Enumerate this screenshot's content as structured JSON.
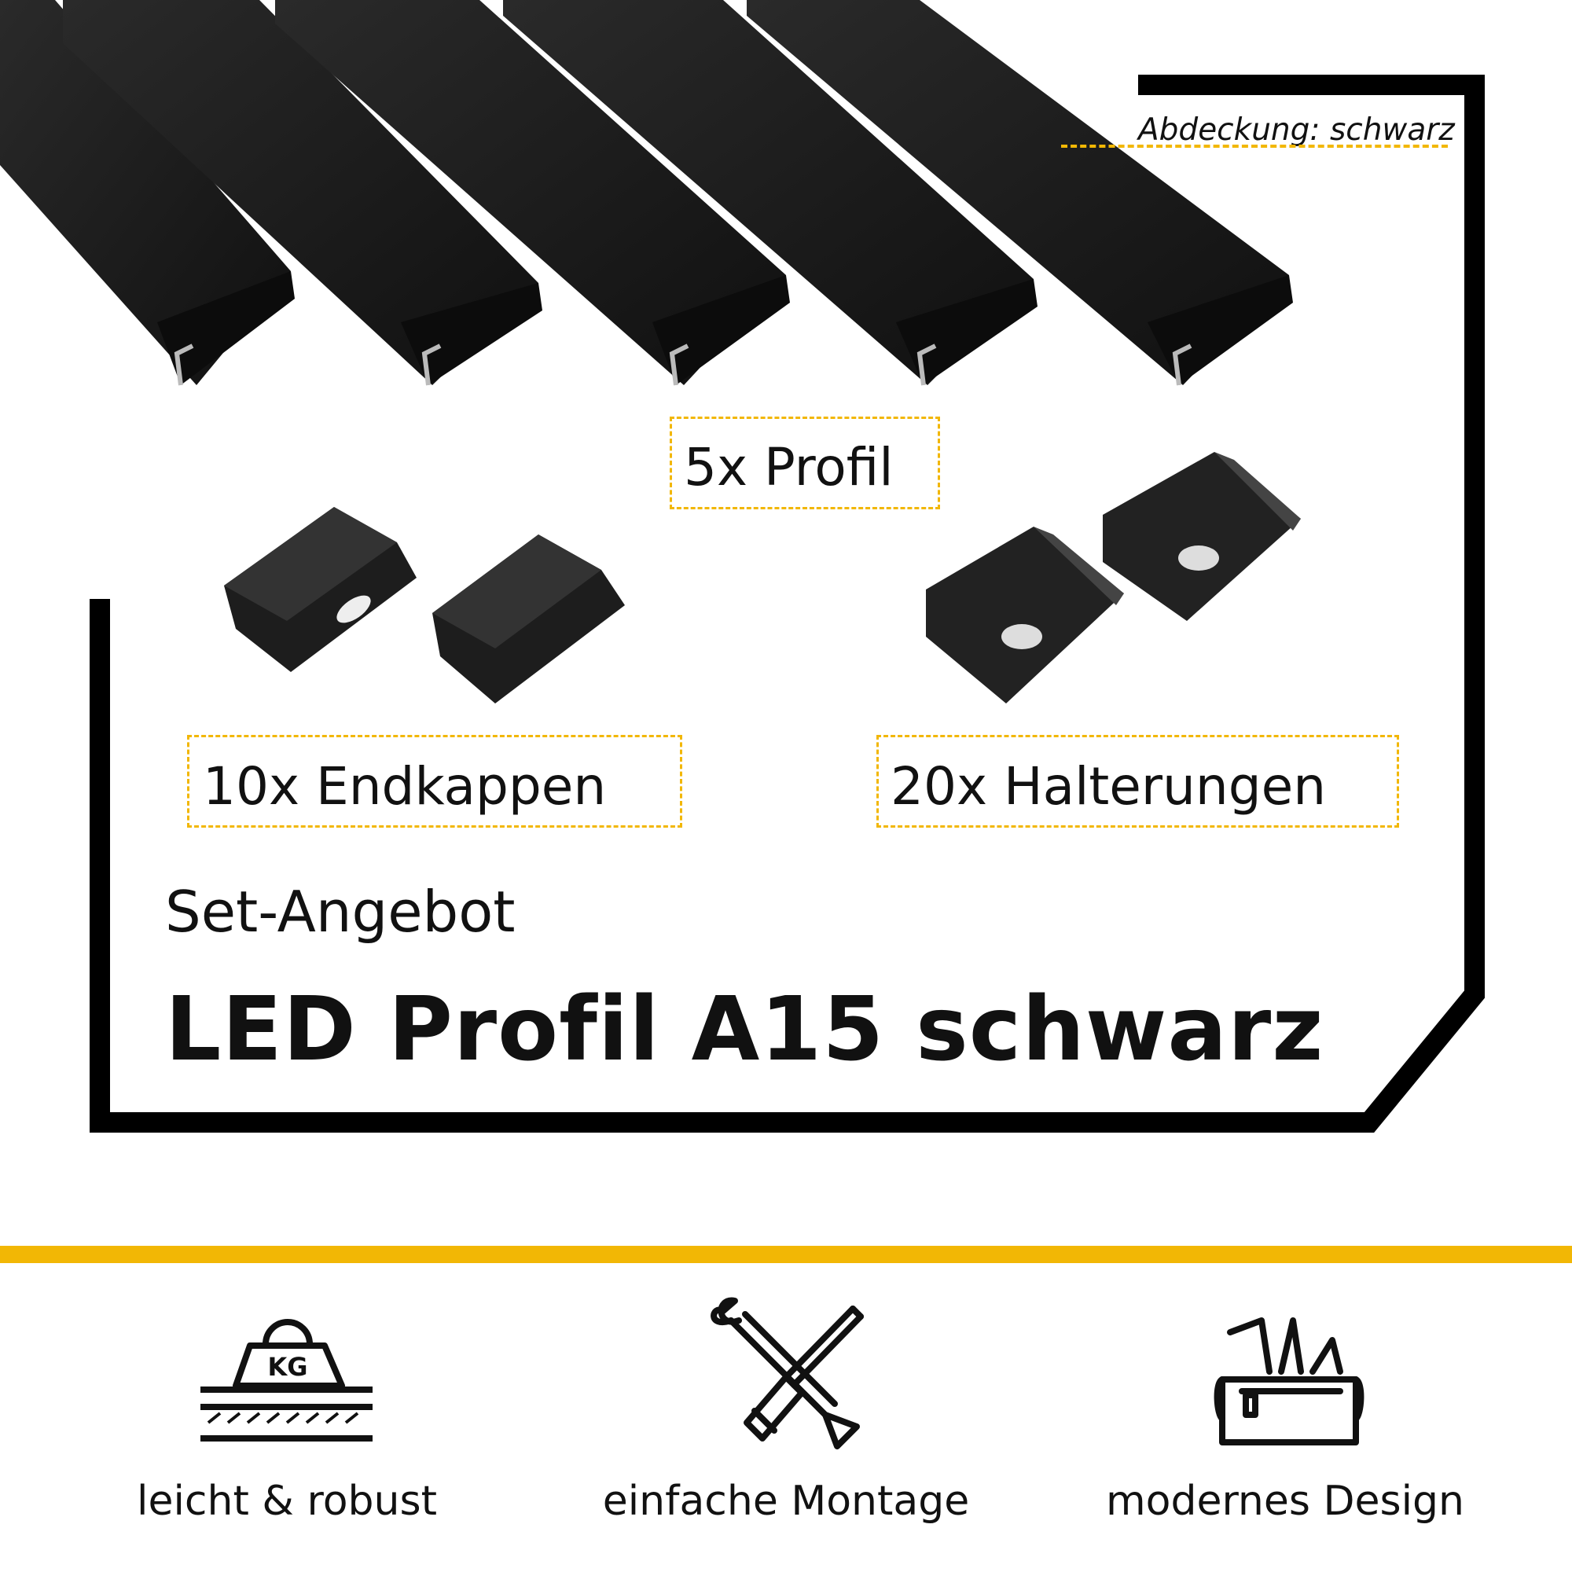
{
  "cover_label": "Abdeckung: schwarz",
  "items": {
    "profile": "5x Profil",
    "endcaps": "10x Endkappen",
    "holders": "20x Halterungen"
  },
  "subtitle": "Set-Angebot",
  "title": "LED Profil A15 schwarz",
  "features": [
    {
      "label": "leicht & robust",
      "icon": "weight-kg-icon"
    },
    {
      "label": "einfache Montage",
      "icon": "wrench-screwdriver-icon"
    },
    {
      "label": "modernes Design",
      "icon": "toolbag-icon"
    }
  ],
  "colors": {
    "accent": "#f2b705",
    "frame": "#000000",
    "product": "#1b1b1b"
  }
}
